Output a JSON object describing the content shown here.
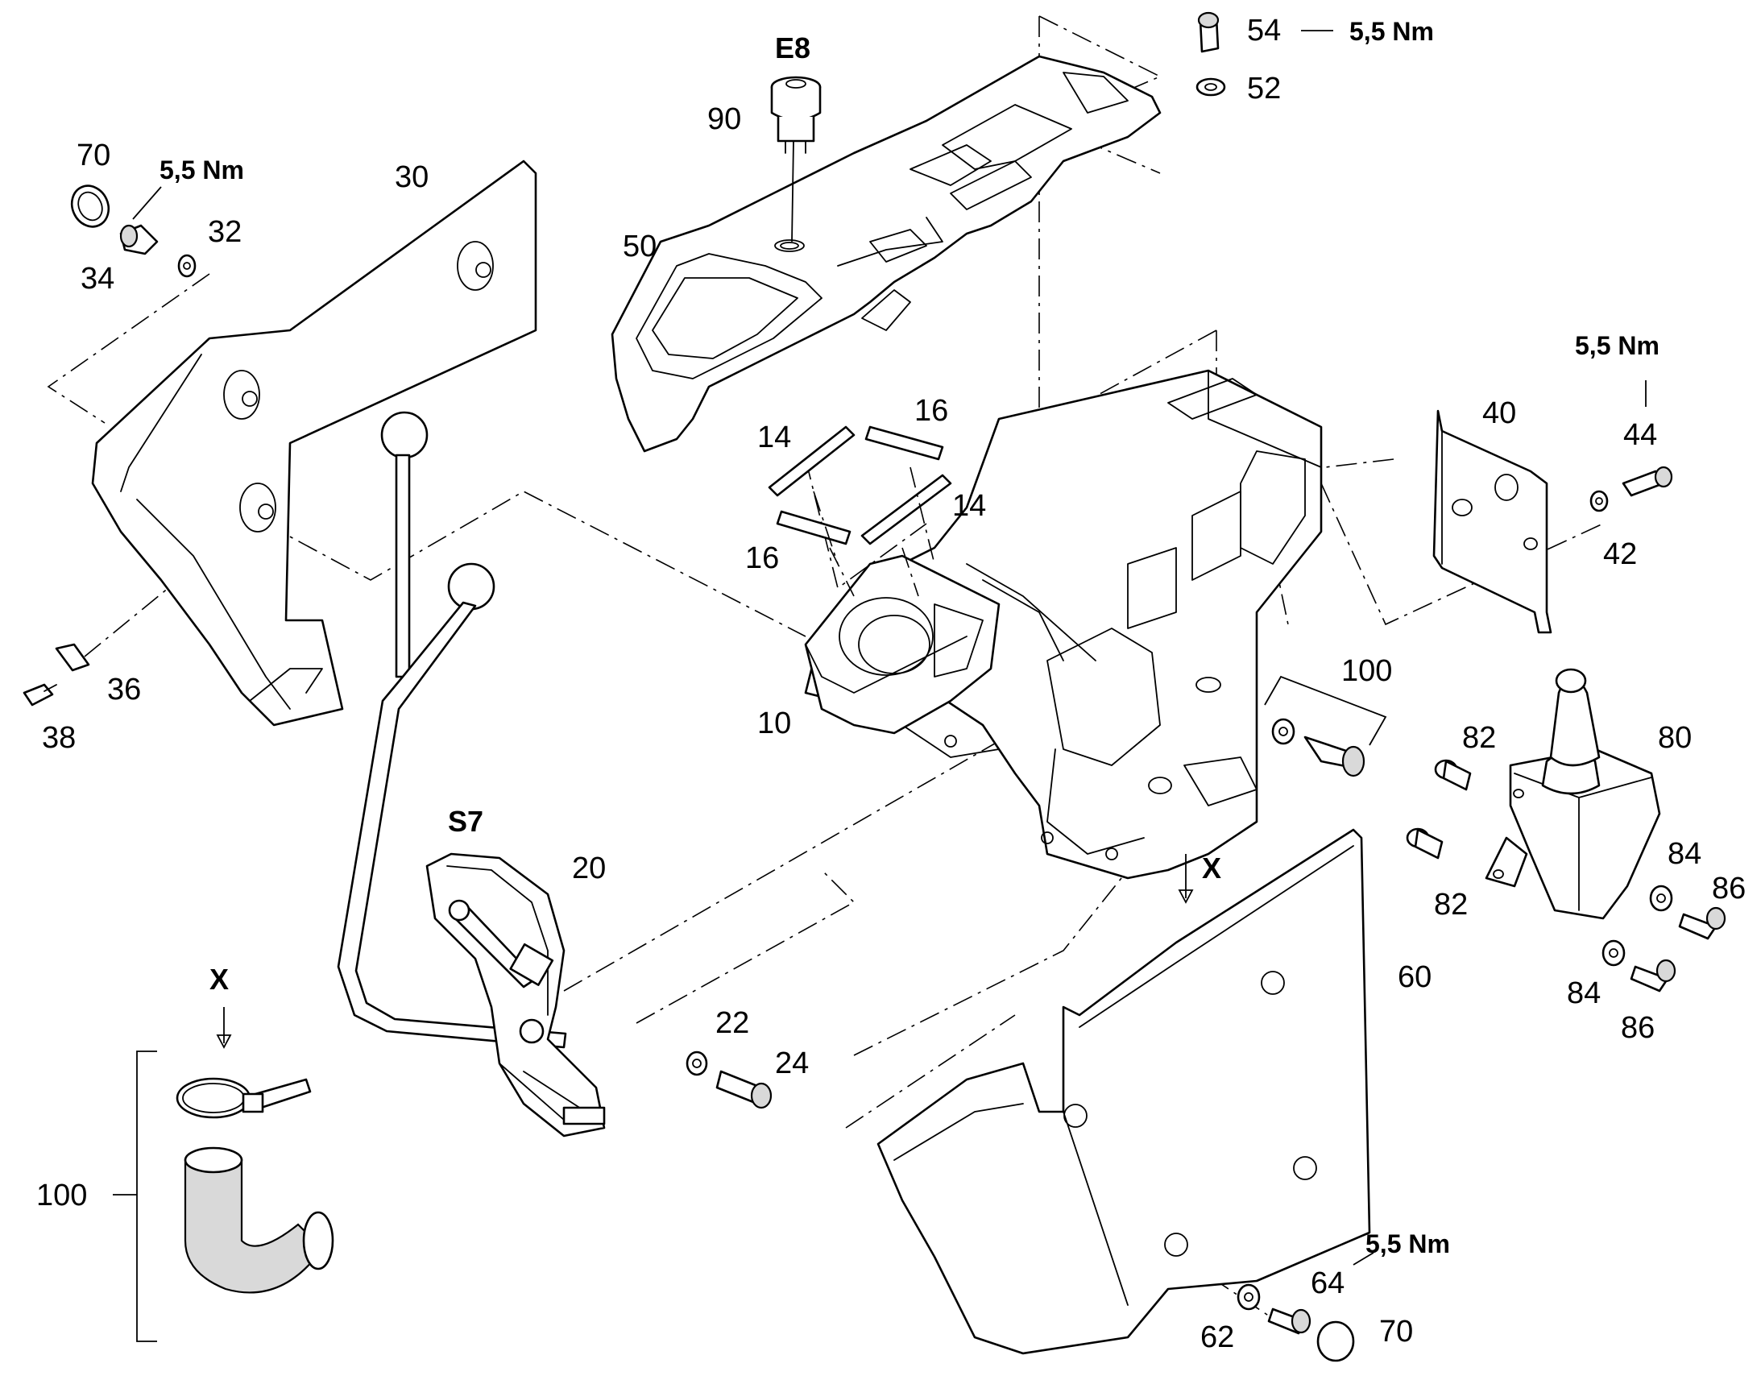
{
  "callouts": {
    "p10": "10",
    "p14a": "14",
    "p14b": "14",
    "p16a": "16",
    "p16b": "16",
    "p20": "20",
    "p22": "22",
    "p24": "24",
    "p30": "30",
    "p32": "32",
    "p34": "34",
    "p36": "36",
    "p38": "38",
    "p40": "40",
    "p42": "42",
    "p44": "44",
    "p50": "50",
    "p52": "52",
    "p54": "54",
    "p60": "60",
    "p62": "62",
    "p64": "64",
    "p70a": "70",
    "p70b": "70",
    "p80": "80",
    "p82a": "82",
    "p82b": "82",
    "p84a": "84",
    "p84b": "84",
    "p86a": "86",
    "p86b": "86",
    "p90": "90",
    "p100a": "100",
    "p100b": "100"
  },
  "torques": {
    "t54": "5,5 Nm",
    "t34": "5,5 Nm",
    "t44": "5,5 Nm",
    "t64": "5,5 Nm"
  },
  "designators": {
    "e8": "E8",
    "s7": "S7",
    "x_main": "X",
    "x_detail": "X"
  }
}
